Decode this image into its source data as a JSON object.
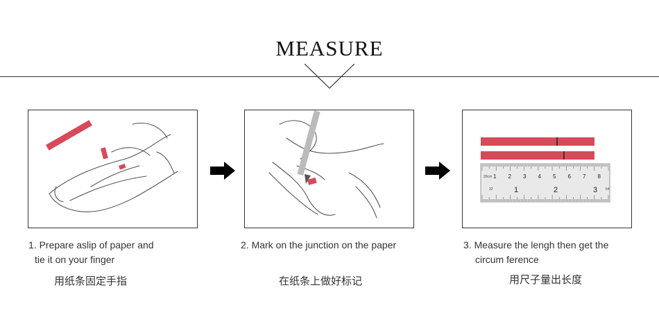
{
  "title": "MEASURE",
  "steps": [
    {
      "line1": "1. Prepare aslip of paper and",
      "line2": "tie it on your finger",
      "zh": "用纸条固定手指"
    },
    {
      "line1": "2. Mark on the junction on the paper",
      "line2": "",
      "zh": "在纸条上做好标记"
    },
    {
      "line1": "3. Measure the lengh then get the",
      "line2": "circum ference",
      "zh": "用尺子量出长度"
    }
  ],
  "ruler": {
    "unit_label": "20cm",
    "top_numbers": [
      "1",
      "2",
      "3",
      "4",
      "5",
      "6",
      "7",
      "8"
    ],
    "bottom_numbers": [
      "1",
      "2",
      "3"
    ],
    "small_labels": [
      "32",
      "64"
    ]
  },
  "colors": {
    "accent": "#d64a5a",
    "line": "#333333"
  }
}
